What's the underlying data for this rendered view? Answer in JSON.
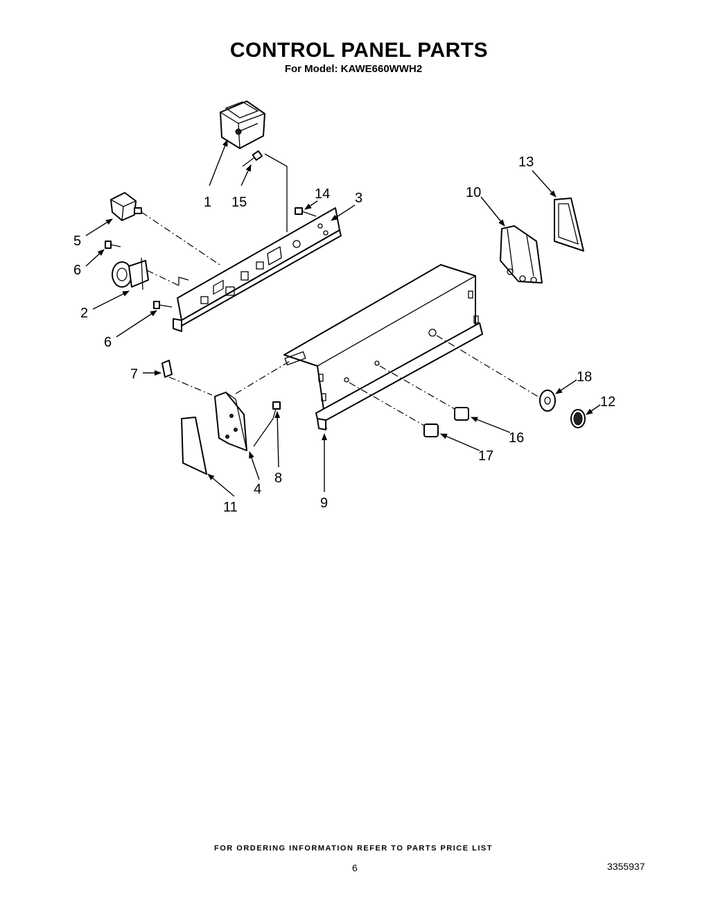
{
  "title": "CONTROL PANEL PARTS",
  "subtitle": "For Model: KAWE660WWH2",
  "footer_note": "FOR ORDERING INFORMATION REFER TO PARTS PRICE LIST",
  "page_number": "6",
  "document_number": "3355937",
  "callouts": {
    "c1": "1",
    "c2": "2",
    "c3": "3",
    "c4": "4",
    "c5": "5",
    "c6a": "6",
    "c6b": "6",
    "c7": "7",
    "c8": "8",
    "c9": "9",
    "c10": "10",
    "c11": "11",
    "c12": "12",
    "c13": "13",
    "c14": "14",
    "c15": "15",
    "c16": "16",
    "c17": "17",
    "c18": "18"
  }
}
